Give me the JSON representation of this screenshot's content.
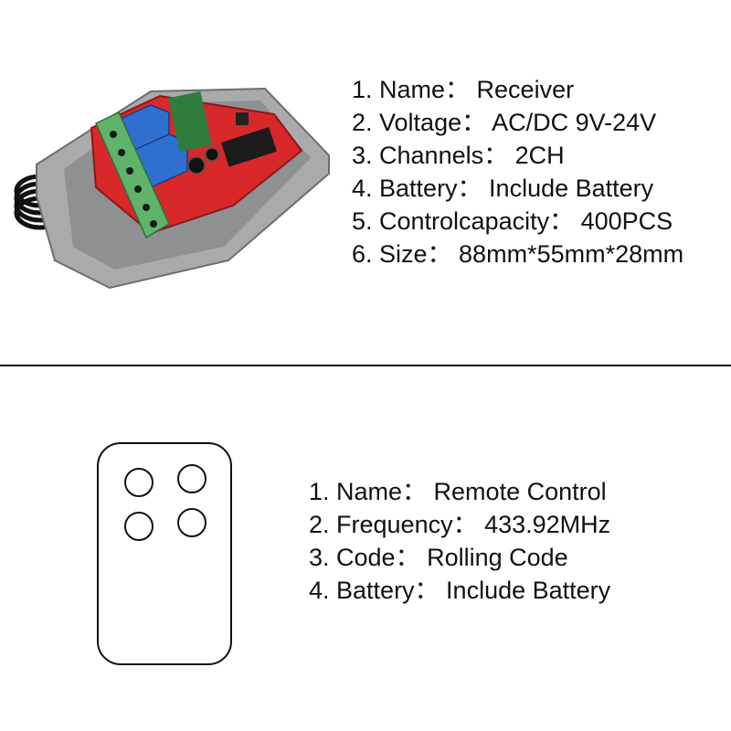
{
  "receiver": {
    "image_icon": "receiver-board-icon",
    "specs": [
      "1. Name： Receiver",
      "2. Voltage： AC/DC 9V-24V",
      "3. Channels： 2CH",
      "4. Battery： Include Battery",
      "5. Controlcapacity： 400PCS",
      "6. Size： 88mm*55mm*28mm"
    ]
  },
  "remote": {
    "image_icon": "remote-control-outline-icon",
    "button_count": 4,
    "specs": [
      "1. Name： Remote Control",
      "2. Frequency： 433.92MHz",
      "3. Code： Rolling Code",
      "4. Battery： Include Battery"
    ]
  },
  "colors": {
    "text": "#111111",
    "divider": "#111111",
    "case_grey": "#a9aaac",
    "pcb_red": "#d8282a",
    "terminal_green": "#5fb36a",
    "relay_blue": "#2f6fd0"
  }
}
